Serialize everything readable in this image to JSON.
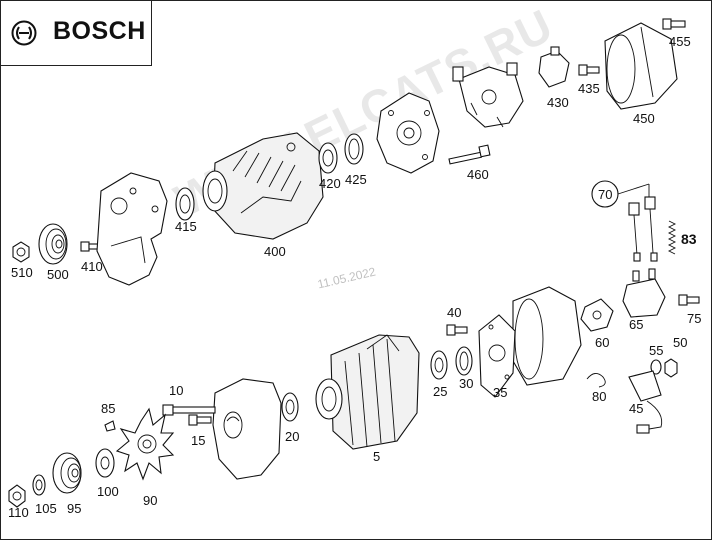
{
  "brand": {
    "name": "BOSCH",
    "logo_icon": "bosch-armature-icon"
  },
  "watermark": "WWW.ELCATS.RU",
  "date_stamp": "11.05.2022",
  "callouts": {
    "p455": "455",
    "p430": "430",
    "p435": "435",
    "p450": "450",
    "p460": "460",
    "p420": "420",
    "p425": "425",
    "p415": "415",
    "p400": "400",
    "p510": "510",
    "p500": "500",
    "p410": "410",
    "p70": "70",
    "p83": "83",
    "p40": "40",
    "p65": "65",
    "p75": "75",
    "p60": "60",
    "p55": "55",
    "p50": "50",
    "p25": "25",
    "p30": "30",
    "p35": "35",
    "p80": "80",
    "p45": "45",
    "p10": "10",
    "p85": "85",
    "p15": "15",
    "p20": "20",
    "p5": "5",
    "p110": "110",
    "p105": "105",
    "p95": "95",
    "p100": "100",
    "p90": "90"
  }
}
